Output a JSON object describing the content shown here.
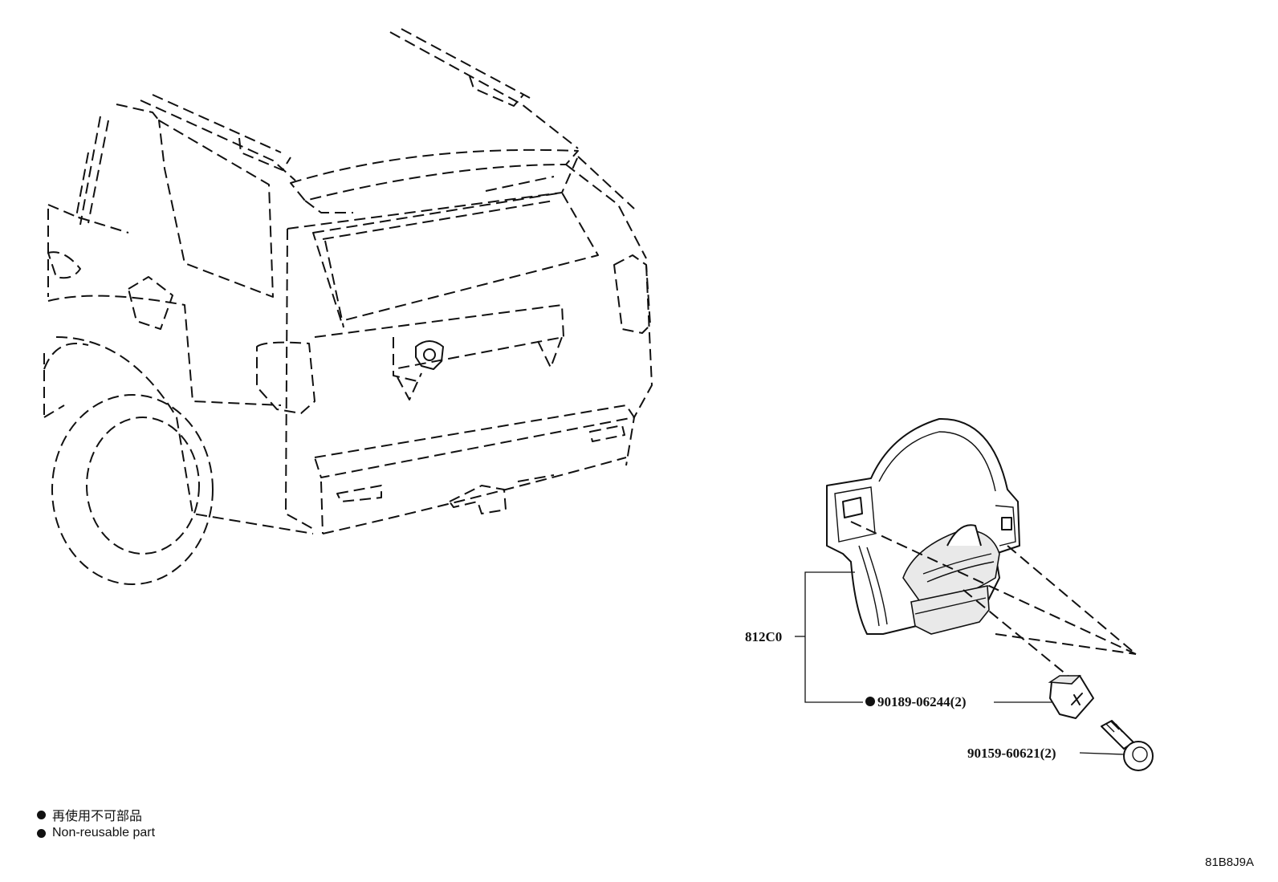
{
  "callouts": {
    "assembly": "812C0",
    "clip": "90189-06244(2)",
    "screw": "90159-60621(2)"
  },
  "legend": {
    "japanese": "再使用不可部品",
    "english": "Non-reusable part"
  },
  "illustration_code": "81B8J9A"
}
